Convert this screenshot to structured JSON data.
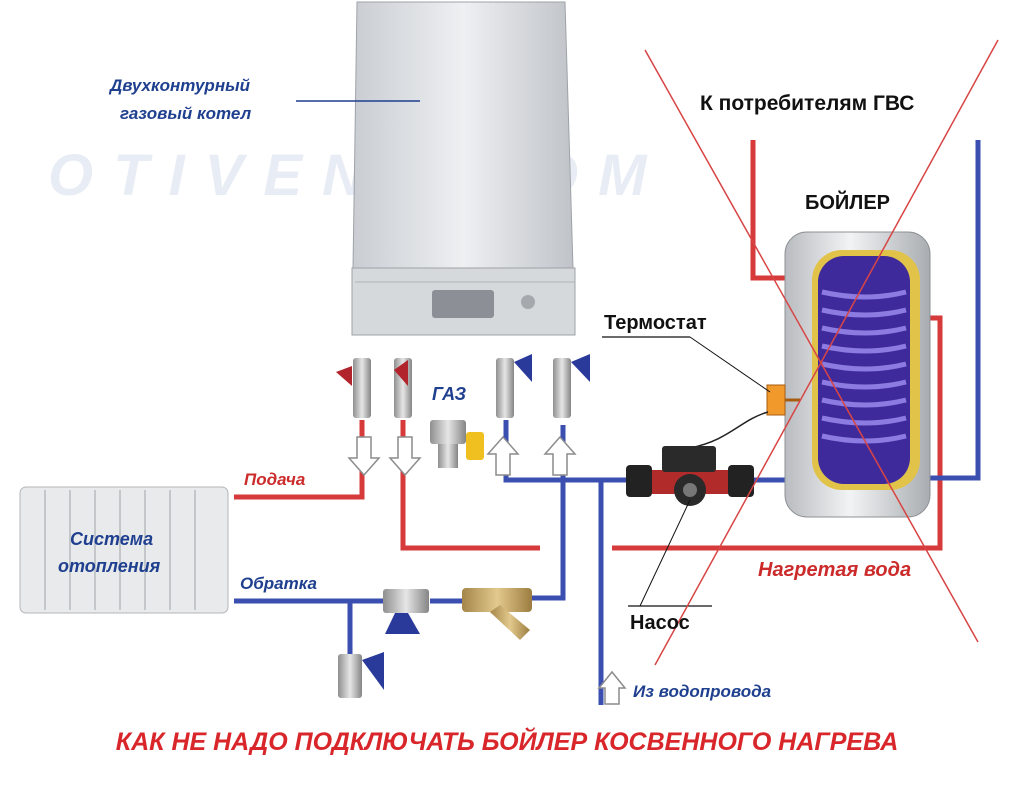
{
  "watermark": "OTIVENT.COM",
  "labels": {
    "boiler_gas_line1": "Двухконтурный",
    "boiler_gas_line2": "газовый котел",
    "consumers": "К потребителям ГВС",
    "tank": "БОЙЛЕР",
    "thermostat": "Термостат",
    "gas": "ГАЗ",
    "supply": "Подача",
    "heating_line1": "Система",
    "heating_line2": "отопления",
    "return": "Обратка",
    "heated_water": "Нагретая вода",
    "pump": "Насос",
    "water_supply": "Из водопровода"
  },
  "title": "КАК НЕ НАДО ПОДКЛЮЧАТЬ БОЙЛЕР КОСВЕННОГО НАГРЕВА",
  "colors": {
    "hot_pipe": "#d63a3a",
    "cold_pipe": "#3a4fb0",
    "title": "#d8262a",
    "cross_out": "#d84545"
  }
}
